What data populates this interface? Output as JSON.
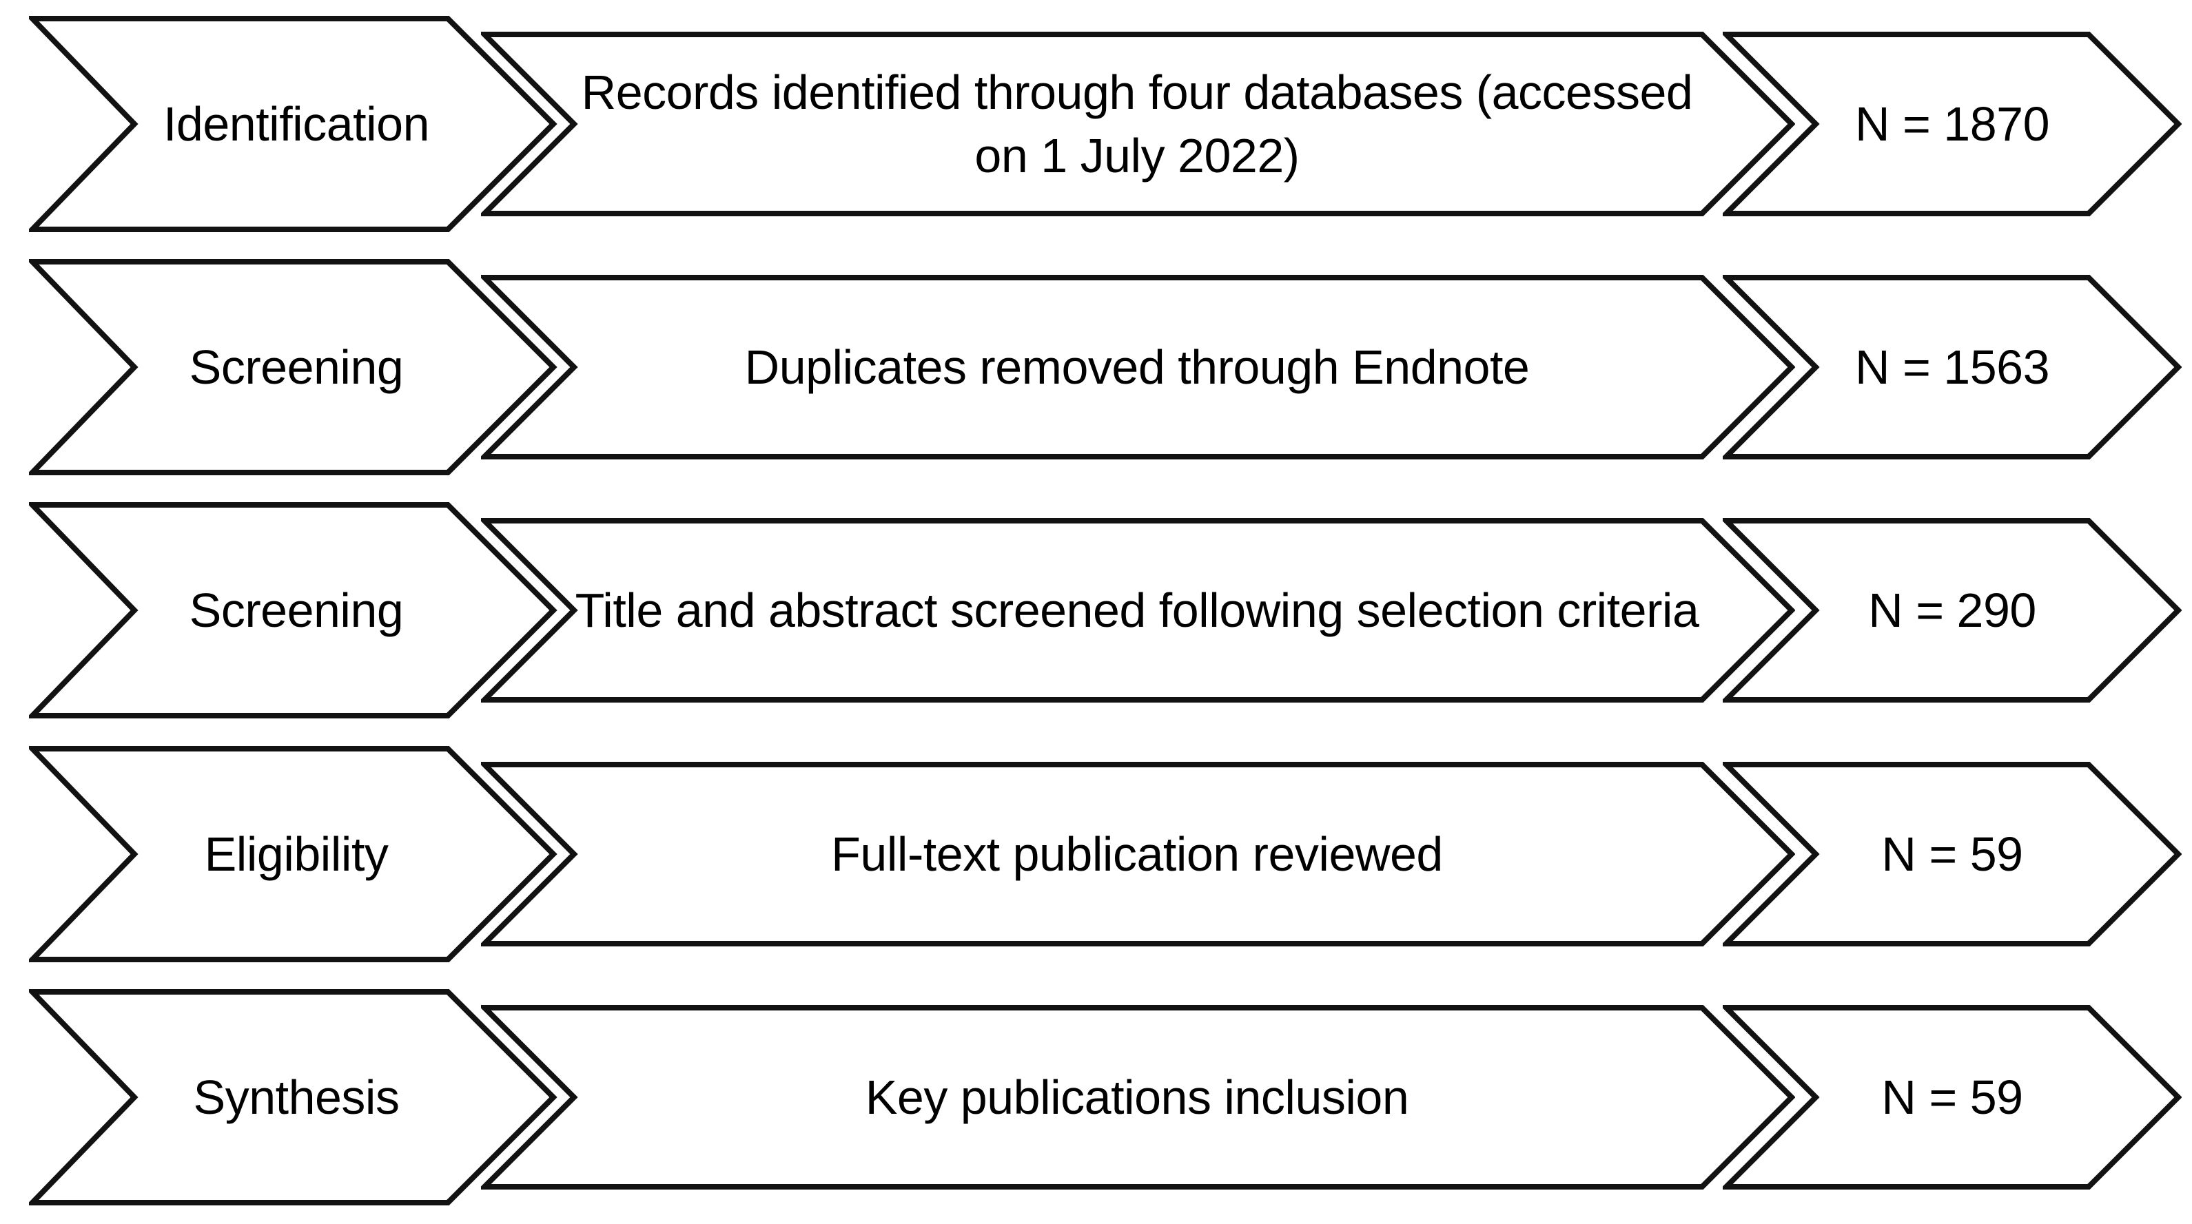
{
  "figure": {
    "background_color": "#ffffff",
    "outline_color": "#121212",
    "text_color": "#000000",
    "shape_kind": "chevron-arrow"
  },
  "rows": [
    {
      "stage": "Identification",
      "description": "Records identified through four databases (accessed on 1 July 2022)",
      "count": "N = 1870"
    },
    {
      "stage": "Screening",
      "description": "Duplicates removed through Endnote",
      "count": "N = 1563"
    },
    {
      "stage": "Screening",
      "description": "Title and abstract screened following selection criteria",
      "count": "N = 290"
    },
    {
      "stage": "Eligibility",
      "description": "Full-text publication reviewed",
      "count": "N = 59"
    },
    {
      "stage": "Synthesis",
      "description": "Key publications inclusion",
      "count": "N = 59"
    }
  ]
}
